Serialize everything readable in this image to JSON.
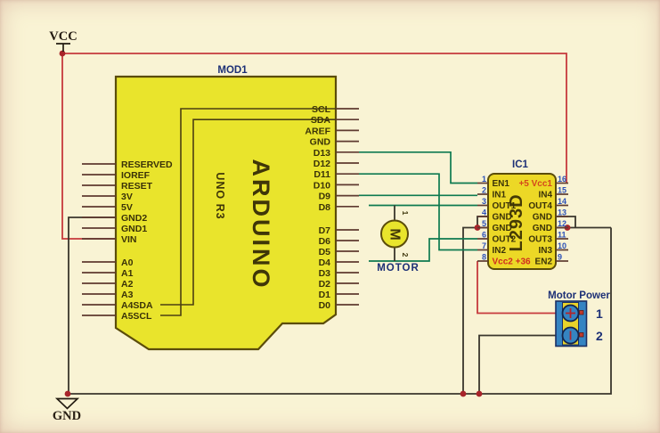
{
  "power": {
    "vcc_label": "VCC",
    "gnd_label": "GND"
  },
  "arduino": {
    "ref": "MOD1",
    "name": "ARDUINO",
    "variant": "UNO R3",
    "left_pins_group1": [
      "RESERVED",
      "IOREF",
      "RESET",
      "3V",
      "5V",
      "GND2",
      "GND1",
      "VIN"
    ],
    "left_pins_group2": [
      "A0",
      "A1",
      "A2",
      "A3",
      "A4SDA",
      "A5SCL"
    ],
    "right_pins_group1": [
      "SCL",
      "SDA",
      "AREF",
      "GND",
      "D13",
      "D12",
      "D11",
      "D10",
      "D9",
      "D8"
    ],
    "right_pins_group2": [
      "D7",
      "D6",
      "D5",
      "D4",
      "D3",
      "D2",
      "D1",
      "D0"
    ]
  },
  "ic": {
    "ref": "IC1",
    "part": "L293D",
    "left_pins": [
      {
        "num": "1",
        "label": "EN1"
      },
      {
        "num": "2",
        "label": "IN1"
      },
      {
        "num": "3",
        "label": "OUT1"
      },
      {
        "num": "4",
        "label": "GND"
      },
      {
        "num": "5",
        "label": "GND"
      },
      {
        "num": "6",
        "label": "OUT2"
      },
      {
        "num": "7",
        "label": "IN2"
      },
      {
        "num": "8",
        "label": "Vcc2 +36"
      }
    ],
    "right_pins": [
      {
        "num": "16",
        "label": "+5 Vcc1"
      },
      {
        "num": "15",
        "label": "IN4"
      },
      {
        "num": "14",
        "label": "OUT4"
      },
      {
        "num": "13",
        "label": "GND"
      },
      {
        "num": "12",
        "label": "GND"
      },
      {
        "num": "11",
        "label": "OUT3"
      },
      {
        "num": "10",
        "label": "IN3"
      },
      {
        "num": "9",
        "label": "EN2"
      }
    ]
  },
  "motor": {
    "label": "MOTOR",
    "symbol": "M",
    "terminal1": "1",
    "terminal2": "2"
  },
  "motor_power": {
    "label": "Motor Power",
    "pin1": "1",
    "pin2": "2",
    "pin1_polarity": "+",
    "pin2_polarity": "-"
  },
  "colors": {
    "background": "#f9f3d4",
    "arduino_yellow": "#e9e42c",
    "ic_yellow": "#ecd826",
    "body_outline": "#5b4c0a",
    "wire_red": "#c63a3c",
    "wire_green": "#0e7a50",
    "wire_black": "#3a362c",
    "pin_stub": "#5e3a30",
    "junction_dot": "#a8242a",
    "label_navy": "#1d3076",
    "pin_number_blue": "#2b50b8",
    "label_dark": "#3a3208",
    "vcc1_text_red": "#d4481c",
    "vcc2_text_red": "#d02c20",
    "connector_blue": "#3584c2"
  }
}
